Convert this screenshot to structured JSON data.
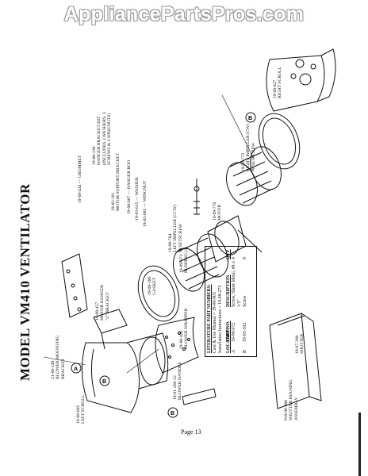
{
  "watermark": "AppliancePartsPros.com",
  "title": "MODEL VM410 VENTILATOR",
  "page_label": "Page 13",
  "callouts": {
    "a": "A",
    "b": "B"
  },
  "labels": {
    "scroll_left": [
      "19-08-805",
      "LEFT SCROLL"
    ],
    "mounting_bracket": [
      "21-08-149",
      "BLOWER MOUNTING",
      "BRACKET"
    ],
    "motor_hanger": [
      "19-08-457",
      "MOTOR HANGER",
      "\"Z\" BRACKET"
    ],
    "gasket": [
      "19-09-280",
      "GASKET"
    ],
    "bushing": [
      "19-09-071",
      "BUSHING (3)"
    ],
    "left_impeller": [
      "19-09-764",
      "LEFT IMPELLER (CCW)",
      "W/SETSCREW"
    ],
    "motor": [
      "19-09-770",
      "MOTOR"
    ],
    "right_impeller": [
      "19-09-772",
      "RIGHT IMPELLER (CW)",
      "W/SETSCREW"
    ],
    "scroll_right": [
      "19-08-827",
      "RIGHT SCROLL"
    ],
    "hanger_kit": [
      "19-08-130",
      "HANGER BRACKET KIT",
      "(INCLUDES 3 WASHERS, 3",
      "SCREWS & 3 WINGNUTS)"
    ],
    "grommet": "19-09-434 — GROMMET",
    "motor_support": [
      "19-03-101",
      "MOTOR SUPPORT BRACKET"
    ],
    "hanger_rod": "19-08-067 — HANGER ROD",
    "washer": "19-03-015 — WASHER",
    "wingnut": "19-03-082 — WINGNUT",
    "blower_wrapper": [
      "19-08-426",
      "BLOWER WRAPPER"
    ],
    "blower_handle": [
      "19-01-266-12",
      "BLOWER HANDLE"
    ],
    "shutter": [
      "19-07-300",
      "SHUTTER"
    ],
    "shutter_housing": [
      "019-08-800",
      "SHUTTER HOUSING",
      "ASSEMBLY"
    ]
  },
  "literature": {
    "heading": "LITERATURE PART NUMBERS:",
    "care": "Care & Use Manual = 19-08-903",
    "install": "Installation Instructions = 19-08-275"
  },
  "location_table": {
    "headers": [
      "LOCATION",
      "PART NO.",
      "DESCRIPTION",
      "QTY"
    ],
    "rows": [
      [
        "A",
        "19-99-072",
        "Screw, Sheet Metal, #8 x 1/2\"",
        "4"
      ],
      [
        "B",
        "19-03-102",
        "Screw",
        "8"
      ]
    ]
  }
}
